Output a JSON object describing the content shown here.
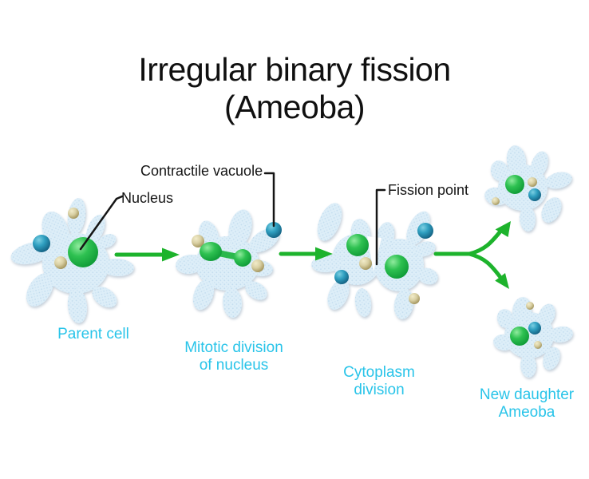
{
  "title": {
    "line1": "Irregular binary fission",
    "line2": "(Ameoba)"
  },
  "annotations": {
    "contractile_vacuole": "Contractile vacuole",
    "nucleus": "Nucleus",
    "fission_point": "Fission point"
  },
  "stages": [
    {
      "line1": "Parent cell",
      "line2": ""
    },
    {
      "line1": "Mitotic division",
      "line2": "of nucleus"
    },
    {
      "line1": "Cytoplasm",
      "line2": "division"
    },
    {
      "line1": "New daughter",
      "line2": "Ameoba"
    }
  ],
  "palette": {
    "background": "#ffffff",
    "title_text": "#101010",
    "annotation_text": "#151515",
    "stage_label_text": "#29c4e9",
    "arrow_green": "#1db32c",
    "cell_body_blue": "#ddeef8",
    "cell_texture_dot": "#c3ddef",
    "nucleus_green": "#2ec151",
    "contractile_vacuole_teal": "#2f9fc0",
    "food_granule_beige": "#d8cfa2"
  }
}
